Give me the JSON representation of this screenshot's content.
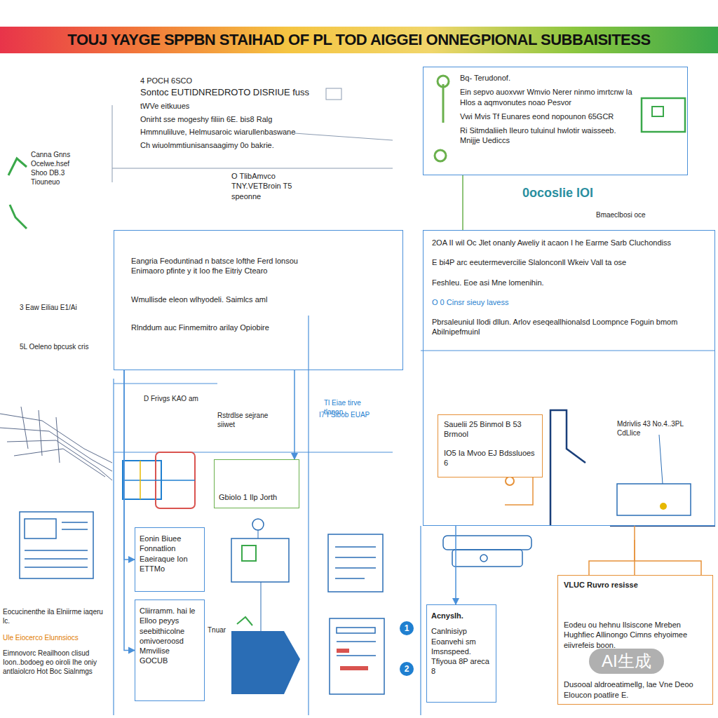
{
  "diagram": {
    "title": "TOUJ YAYGE SPPBN STAIHAD  OF PL TOD AIGGEI ONNEGPIONAL SUBBAISITESS",
    "nodes": [
      {
        "text": [
          "Bq- Terudonof.",
          "Ein sepvo auoxvwr Wmvio Nerer ninmo imrtcnw Ia Hlos a aqmvonutes noao Pesvor",
          "Vwi Mvis Tf Eunares eond nopounon 65GCR",
          "Ri Sitmdaliieh Ileuro tuluinul hwlotir waisseeb. Mnijje Uediccs"
        ]
      },
      {
        "text": [
          "Eangria Feoduntinad n batsce lofthe Ferd lonsou Enimaoro pfinte y it Ioo fhe Eitriy Ctearo",
          "Wmullisde eleon wlhyodeli. Saimlcs aml",
          "Rlnddum auc Finmemitro arilay Opiobire"
        ]
      },
      {
        "text": [
          "2OA II wil Oc Jlet onanly Aweliy it acaon I he Earme Sarb Cluchondiss",
          "E bi4P arc eeutermevercilie Slalonconll Wkeiv Vall ta ose",
          "Feshleu. Eoe asi Mne lomenihin.",
          "O 0 Cinsr sieuy lavess",
          "Pbrsaleuniul Ilodi dllun. Arlov eseqeallhionalsd Loompnce Foguin bmom Abilnipefmuinl"
        ]
      },
      {
        "text": [
          "Sauelii 25 Binmol B 53 Brmool",
          "IO5 Ia Mvoo EJ Bdssluoes 6"
        ],
        "in": 2
      },
      {
        "text": [
          "VLUC Ruvro resisse",
          "Eodeu ou hehnu Ilsiscone Mreben Hughfiec Allinongo Cimns ehyoimee eiivrefeis boon.",
          "Dusooal aldroeatimellg, lae Vne Deoo Eloucon poatlire E."
        ]
      },
      {
        "text": [
          "Eonin Biuee Fonnatlion Eaeiraque Ion ETTMo"
        ]
      },
      {
        "text": [
          "Cliirramm. hai le Elloo peyys seebithicolne omivoeroosd Mmvilise GOCUB"
        ]
      },
      {
        "text": [
          "Gbiolo 1 Ilp Jorth"
        ]
      },
      {
        "text": [
          "Acnyslh.",
          "Canlnisiyp Eoanvehi sm Imsnspeed. Tfiyoua 8P areca 8"
        ]
      }
    ],
    "edges": [
      {
        "from": 0,
        "to": 2,
        "arrow": "none"
      },
      {
        "from": 1,
        "to": 7,
        "arrow": "to"
      },
      {
        "from": 1,
        "to": 5,
        "arrow": "to"
      },
      {
        "from": 1,
        "to": 6,
        "arrow": "to"
      },
      {
        "from": 2,
        "to": 4,
        "arrow": "none"
      },
      {
        "from": 2,
        "to": 8,
        "arrow": "to"
      }
    ],
    "labels": [
      "4 POCH 6SCO",
      "Sontoc EUTIDNREDROTO DISRIUE fuss",
      "tWVe eitkuues",
      "Onirht sse mogeshy filiin 6E. bis8 Ralg",
      "Hmmnuliluve, Helmusaroic wiarullenbaswane",
      "Ch wiuolmmtiunisansaagimy 0o bakrie.",
      "O TlibAmvco TNY.VETBroin T5 speonne",
      "Canna Gnns Ocelwe.hsef Shoo DB.3 Tiouneuo",
      "3 Eaw Eiliau E1/Ai",
      "5L Oeleno bpcusk cris",
      "D Frivgs KAO am",
      "Rstrdlse sejrane siiwet",
      "Tl Eiae tirve tlanon",
      "I7 I Sibob EUAP",
      "Mdrivlis 43 No.4..3PL CdLlice",
      "0ocoslie lOI",
      "Bmaeclbosi oce",
      "Eocucinenthe ila Elniirme iaqeru lc.",
      "Ule Eiocerco Elunnsiocs",
      "Eimnovorc Reailhoon clisud Ioon..bodoeg eo oiroli Ihe oniy antlaiolcro Hot Boc Sialnmgs",
      "Tnuar",
      "1",
      "2",
      "AI生成"
    ]
  }
}
